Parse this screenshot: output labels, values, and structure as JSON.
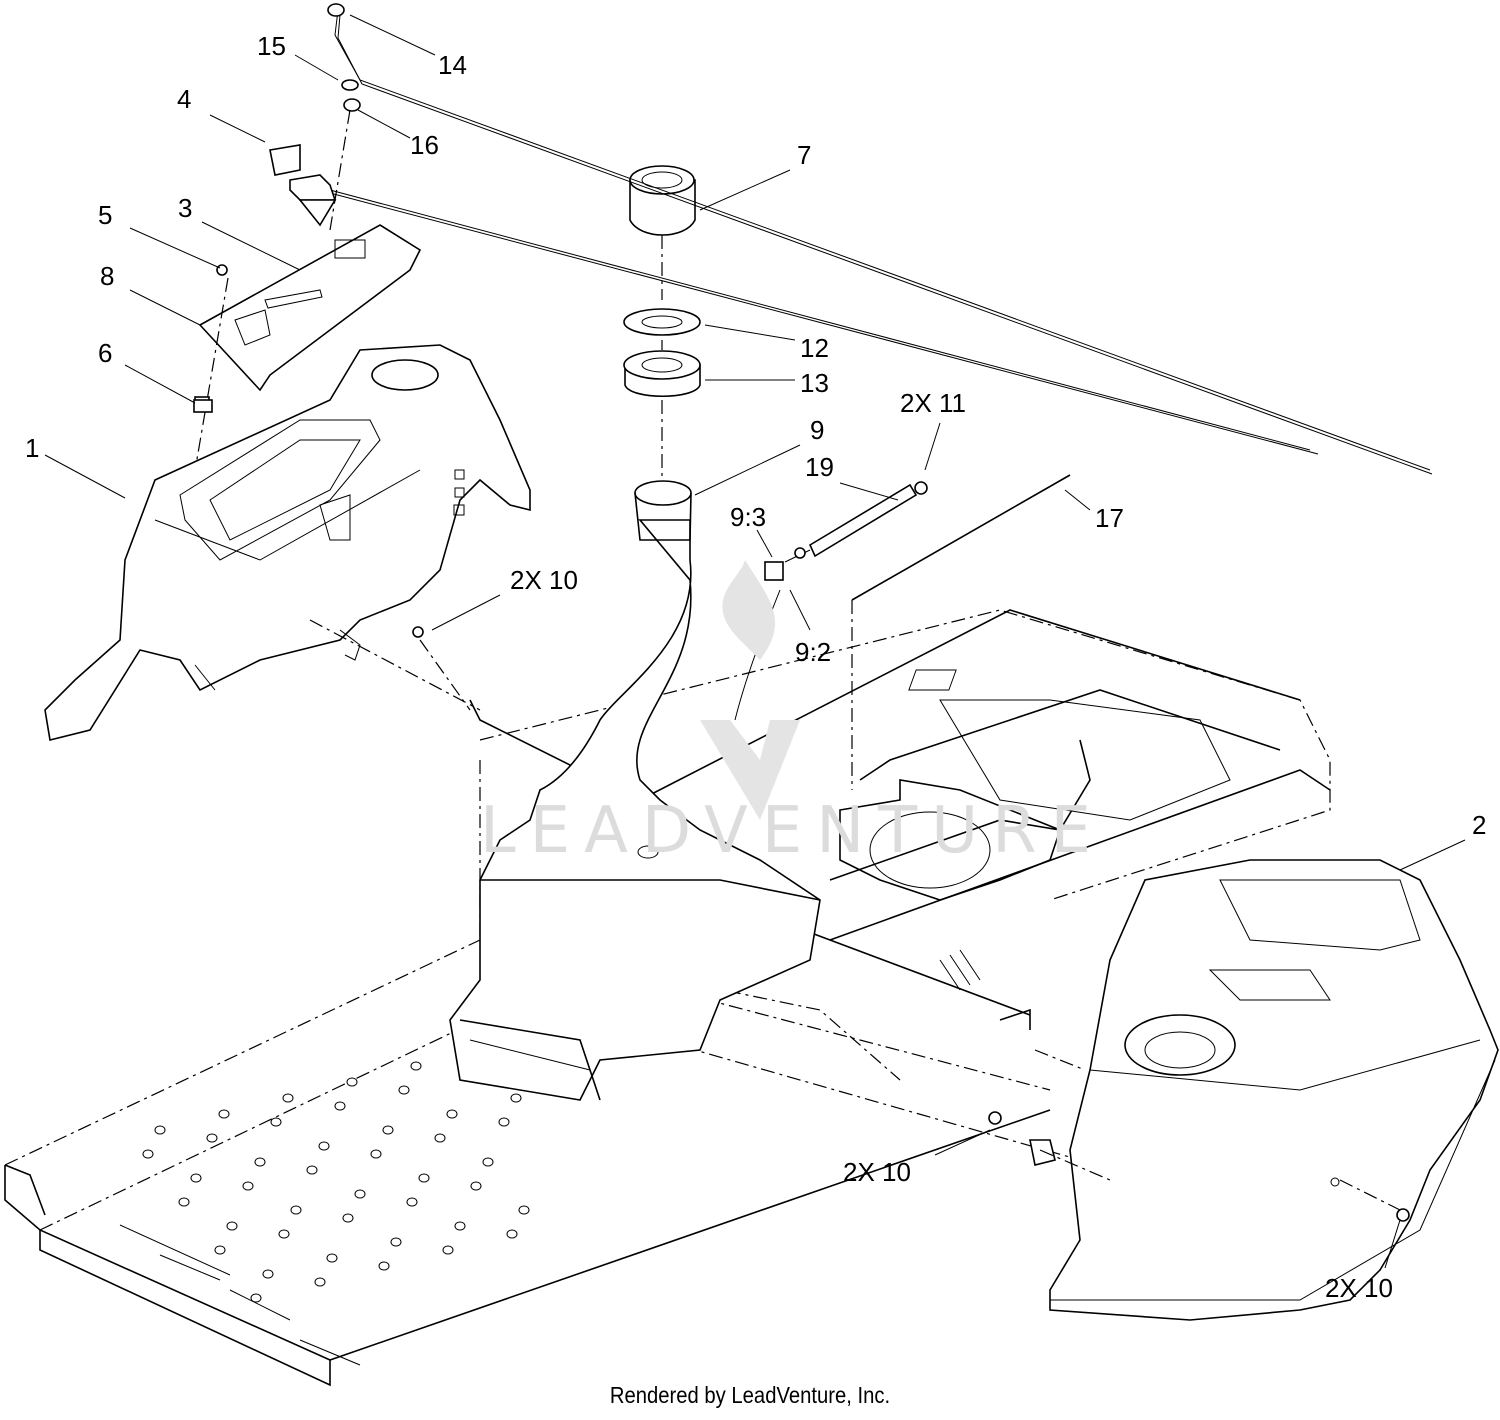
{
  "diagram": {
    "callouts": [
      {
        "id": "c15",
        "text": "15"
      },
      {
        "id": "c14",
        "text": "14"
      },
      {
        "id": "c4",
        "text": "4"
      },
      {
        "id": "c16",
        "text": "16"
      },
      {
        "id": "c7",
        "text": "7"
      },
      {
        "id": "c5",
        "text": "5"
      },
      {
        "id": "c3",
        "text": "3"
      },
      {
        "id": "c8",
        "text": "8"
      },
      {
        "id": "c12",
        "text": "12"
      },
      {
        "id": "c13",
        "text": "13"
      },
      {
        "id": "c6",
        "text": "6"
      },
      {
        "id": "c2x11",
        "text": "2X 11"
      },
      {
        "id": "c9",
        "text": "9"
      },
      {
        "id": "c1",
        "text": "1"
      },
      {
        "id": "c19",
        "text": "19"
      },
      {
        "id": "c17",
        "text": "17"
      },
      {
        "id": "c93",
        "text": "9:3"
      },
      {
        "id": "c2x10a",
        "text": "2X 10"
      },
      {
        "id": "c92",
        "text": "9:2"
      },
      {
        "id": "c2",
        "text": "2"
      },
      {
        "id": "c2x10b",
        "text": "2X 10"
      },
      {
        "id": "c2x10c",
        "text": "2X 10"
      }
    ],
    "watermark": "LEADVENTURE",
    "line_color": "#000000",
    "background": "#ffffff"
  },
  "footer": {
    "text": "Rendered by LeadVenture, Inc."
  }
}
